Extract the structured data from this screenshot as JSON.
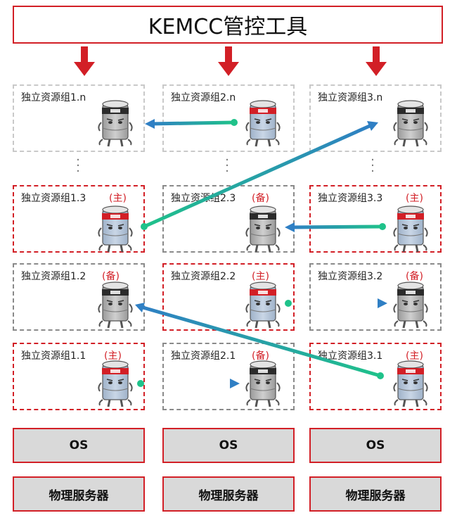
{
  "title": "KEMCC管控工具",
  "columns": [
    {
      "groups": [
        {
          "label": "独立资源组1.n",
          "tag": "",
          "kind": "plain",
          "db": "gray"
        },
        {
          "label": "独立资源组1.3",
          "tag": "(主)",
          "kind": "primary",
          "db": "red"
        },
        {
          "label": "独立资源组1.2",
          "tag": "(备)",
          "kind": "backup",
          "db": "gray"
        },
        {
          "label": "独立资源组1.1",
          "tag": "(主)",
          "kind": "primary",
          "db": "red"
        }
      ],
      "os": "OS",
      "server": "物理服务器"
    },
    {
      "groups": [
        {
          "label": "独立资源组2.n",
          "tag": "",
          "kind": "plain",
          "db": "red"
        },
        {
          "label": "独立资源组2.3",
          "tag": "(备)",
          "kind": "backup",
          "db": "gray"
        },
        {
          "label": "独立资源组2.2",
          "tag": "(主)",
          "kind": "primary",
          "db": "red"
        },
        {
          "label": "独立资源组2.1",
          "tag": "(备)",
          "kind": "backup",
          "db": "gray"
        }
      ],
      "os": "OS",
      "server": "物理服务器"
    },
    {
      "groups": [
        {
          "label": "独立资源组3.n",
          "tag": "",
          "kind": "plain",
          "db": "gray"
        },
        {
          "label": "独立资源组3.3",
          "tag": "(主)",
          "kind": "primary",
          "db": "red"
        },
        {
          "label": "独立资源组3.2",
          "tag": "(备)",
          "kind": "backup",
          "db": "gray"
        },
        {
          "label": "独立资源组3.1",
          "tag": "(主)",
          "kind": "primary",
          "db": "red"
        }
      ],
      "os": "OS",
      "server": "物理服务器"
    }
  ],
  "colors": {
    "accent_red": "#d21f26",
    "arrow_blue": "#2f7fc4",
    "arrow_green": "#1fc28a"
  }
}
